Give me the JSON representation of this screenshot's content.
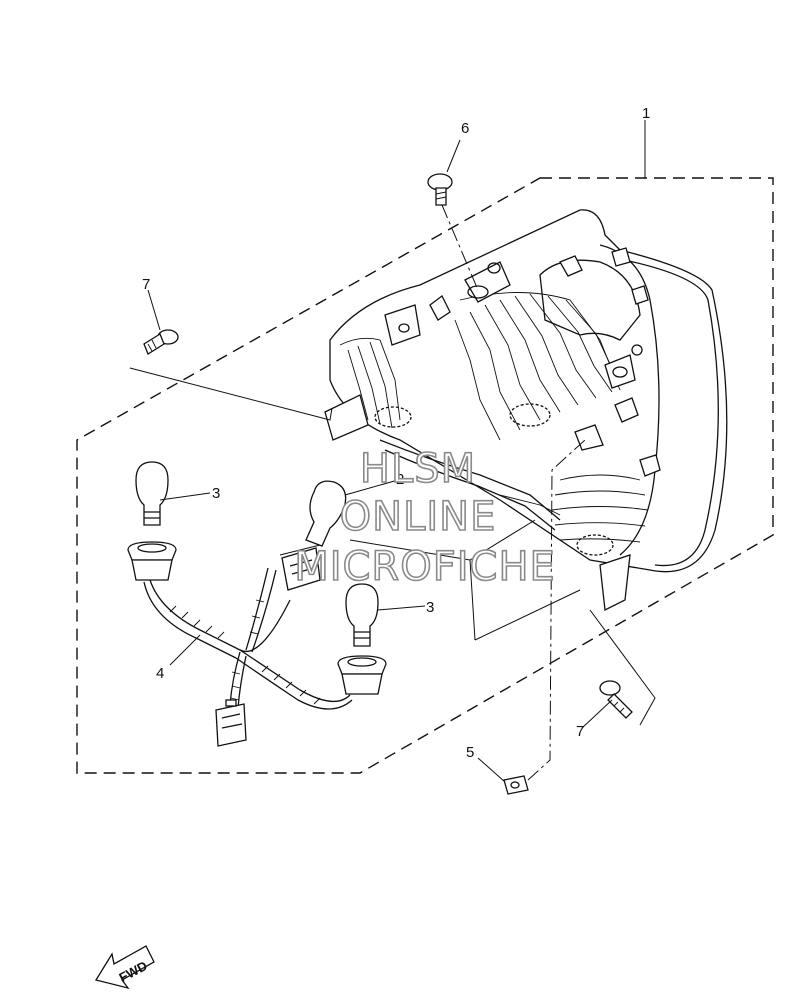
{
  "callouts": {
    "c1": "1",
    "c2": "2",
    "c3a": "3",
    "c3b": "3",
    "c4": "4",
    "c5": "5",
    "c6": "6",
    "c7a": "7",
    "c7b": "7"
  },
  "watermark": {
    "line1": "HLSM",
    "line2": "ONLINE",
    "line3": "MICROFICHE"
  },
  "fwd_label": "FWD"
}
